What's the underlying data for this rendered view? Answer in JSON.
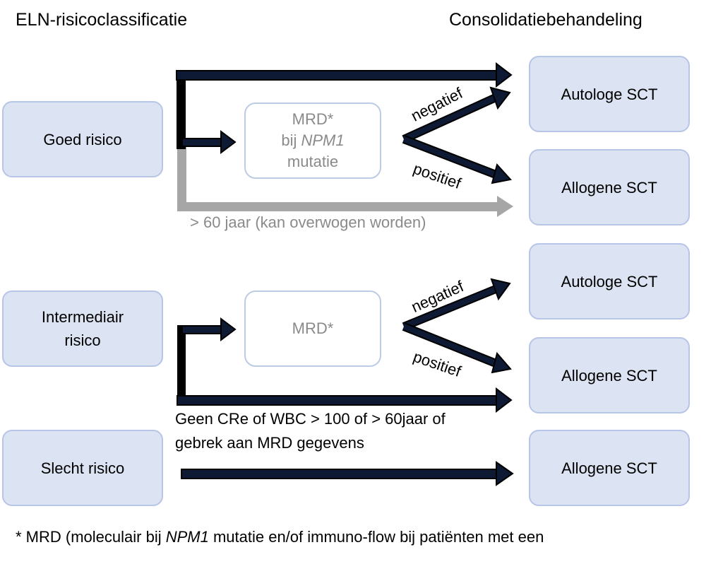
{
  "headings": {
    "left": "ELN-risicoclassificatie",
    "right": "Consolidatiebehandeling"
  },
  "risk_groups": {
    "good": "Goed risico",
    "intermediate_line1": "Intermediair",
    "intermediate_line2": "risico",
    "poor": "Slecht risico"
  },
  "mrd_boxes": {
    "top_line1": "MRD*",
    "top_line2_prefix": "bij ",
    "top_line2_gene": "NPM1",
    "top_line3": "mutatie",
    "middle": "MRD*"
  },
  "branch_labels": {
    "negative": "negatief",
    "positive": "positief"
  },
  "treatments": {
    "auto": "Autologe SCT",
    "allo": "Allogene SCT"
  },
  "notes": {
    "age_option": "> 60 jaar (kan overwogen worden)",
    "intermediate_condition_line1": "Geen CRe of WBC > 100 of > 60jaar of",
    "intermediate_condition_line2": "gebrek aan MRD gegevens"
  },
  "footnote": {
    "prefix": "* MRD (moleculair bij ",
    "gene": "NPM1",
    "suffix": " mutatie en/of immuno-flow bij patiënten met een"
  },
  "colors": {
    "box_fill": "#dce3f2",
    "box_border": "#b7c6e6",
    "arrow_fill": "#0e1a33",
    "arrow_outline": "#000000",
    "gray_arrow": "#a6a6a6",
    "gray_text": "#8a8a8a"
  }
}
